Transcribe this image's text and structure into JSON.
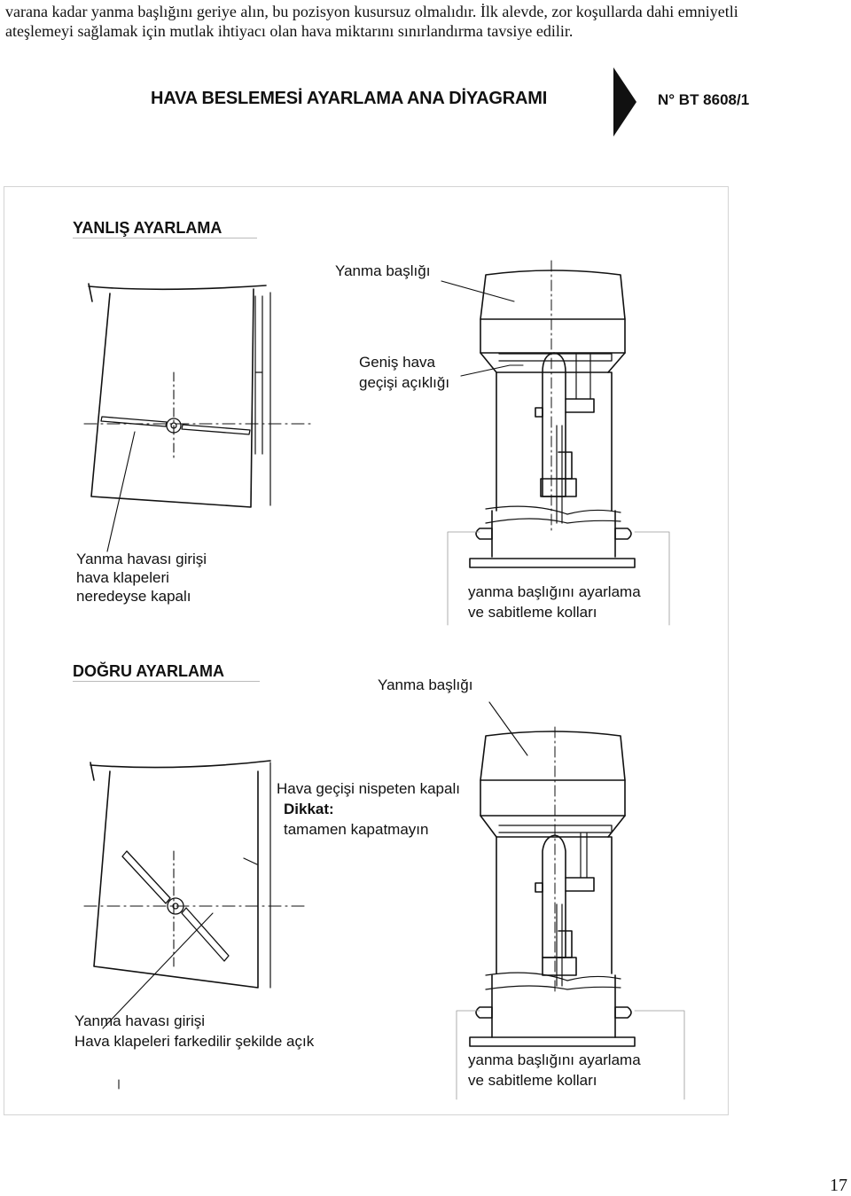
{
  "intro": {
    "line1": "varana kadar yanma başlığını geriye alın, bu pozisyon kusursuz olmalıdır. İlk alevde, zor koşullarda dahi emniyetli",
    "line2": "ateşlemeyi sağlamak için mutlak ihtiyacı olan hava miktarını sınırlandırma tavsiye edilir."
  },
  "header": {
    "title": "HAVA BESLEMESİ AYARLAMA ANA DİYAGRAMI",
    "doc_number": "N° BT 8608/1"
  },
  "wrong": {
    "heading": "YANLIŞ AYARLAMA",
    "burner_head": "Yanma başlığı",
    "gap_line1": "Geniş hava",
    "gap_line2": "geçişi açıklığı",
    "flaps_line1": "Yanma havası girişi",
    "flaps_line2": "hava klapeleri",
    "flaps_line3": "neredeyse kapalı",
    "levers_line1": "yanma başlığını ayarlama",
    "levers_line2": "ve sabitleme kolları"
  },
  "right": {
    "heading": "DOĞRU AYARLAMA",
    "burner_head": "Yanma başlığı",
    "gap_line1": "Hava geçişi nispeten kapalı",
    "gap_line2": "Dikkat:",
    "gap_line3": "tamamen kapatmayın",
    "flaps_line1": "Yanma havası girişi",
    "flaps_line2": "Hava klapeleri farkedilir şekilde açık",
    "levers_line1": "yanma başlığını ayarlama",
    "levers_line2": "ve sabitleme kolları"
  },
  "page_number": "17"
}
